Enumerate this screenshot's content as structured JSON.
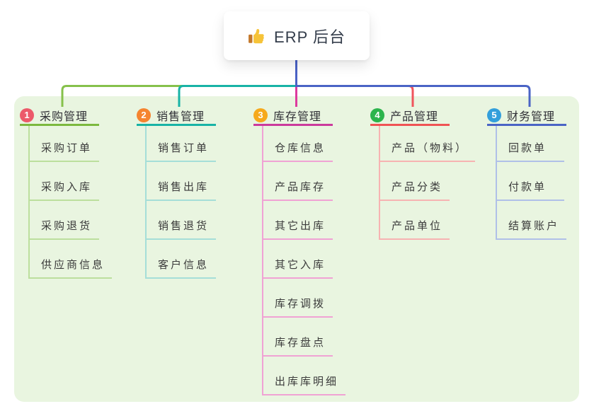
{
  "root": {
    "label": "ERP 后台",
    "icon": "thumbs-up-icon"
  },
  "colors": {
    "canvas_bg": "#ffffff",
    "panel_bg": "#e9f5e0",
    "root_connector": "#4a62c6",
    "root_text": "#333c4a",
    "node_text": "#3b3b3b",
    "thumb_yellow": "#f6c338",
    "thumb_sleeve": "#c4782a"
  },
  "branches": [
    {
      "badge": "1",
      "label": "采购管理",
      "badge_color": "#ec5a6a",
      "line_color": "#7cb93e",
      "light_color": "#bcdf9d",
      "connector_color": "#86c14b",
      "children": [
        "采购订单",
        "采购入库",
        "采购退货",
        "供应商信息"
      ]
    },
    {
      "badge": "2",
      "label": "销售管理",
      "badge_color": "#f5842f",
      "line_color": "#18b3a6",
      "light_color": "#a5ded8",
      "connector_color": "#18b3a6",
      "children": [
        "销售订单",
        "销售出库",
        "销售退货",
        "客户信息"
      ]
    },
    {
      "badge": "3",
      "label": "库存管理",
      "badge_color": "#f6a91c",
      "line_color": "#cb3a9c",
      "light_color": "#f0a2d4",
      "connector_color": "#dd3a9e",
      "children": [
        "仓库信息",
        "产品库存",
        "其它出库",
        "其它入库",
        "库存调拨",
        "库存盘点",
        "出库库明细"
      ]
    },
    {
      "badge": "4",
      "label": "产品管理",
      "badge_color": "#2cb44c",
      "line_color": "#f05354",
      "light_color": "#f7b3b2",
      "connector_color": "#f0545c",
      "children": [
        "产品（物料）",
        "产品分类",
        "产品单位"
      ]
    },
    {
      "badge": "5",
      "label": "财务管理",
      "badge_color": "#339fdb",
      "line_color": "#4a64c5",
      "light_color": "#b0c0e8",
      "connector_color": "#4a64c5",
      "children": [
        "回款单",
        "付款单",
        "结算账户"
      ]
    }
  ]
}
